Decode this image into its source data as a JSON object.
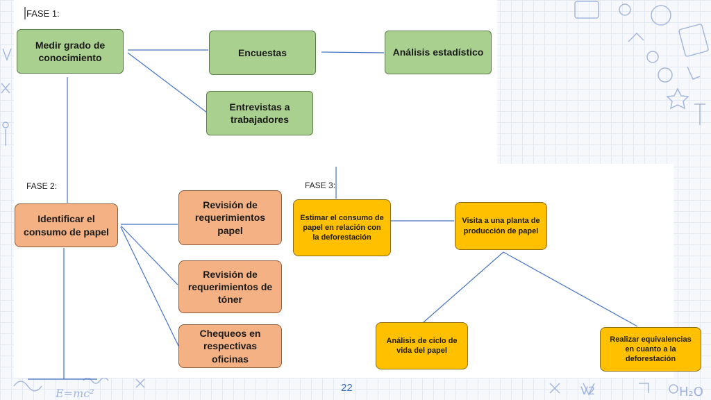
{
  "phases": {
    "f1": "FASE 1:",
    "f2": "FASE 2:",
    "f3": "FASE 3:"
  },
  "nodes": {
    "medir": "Medir grado de conocimiento",
    "encuestas": "Encuestas",
    "analisis_est": "Análisis estadístico",
    "entrevistas": "Entrevistas a trabajadores",
    "identificar": "Identificar el consumo de papel",
    "rev_papel": "Revisión de requerimientos papel",
    "rev_toner": "Revisión de requerimientos de tóner",
    "chequeos": "Chequeos en respectivas oficinas",
    "estimar": "Estimar el consumo de papel en relación con la deforestación",
    "visita": "Visita a una planta de producción de papel",
    "ciclo": "Análisis de ciclo de vida del papel",
    "equivalencias": "Realizar equivalencias en cuanto a la deforestación"
  },
  "page_number": "22",
  "colors": {
    "green": "#a9d08e",
    "orange": "#f4b183",
    "yellow": "#ffc000",
    "connector": "#4472c4",
    "page_number": "#3a6fc4"
  }
}
